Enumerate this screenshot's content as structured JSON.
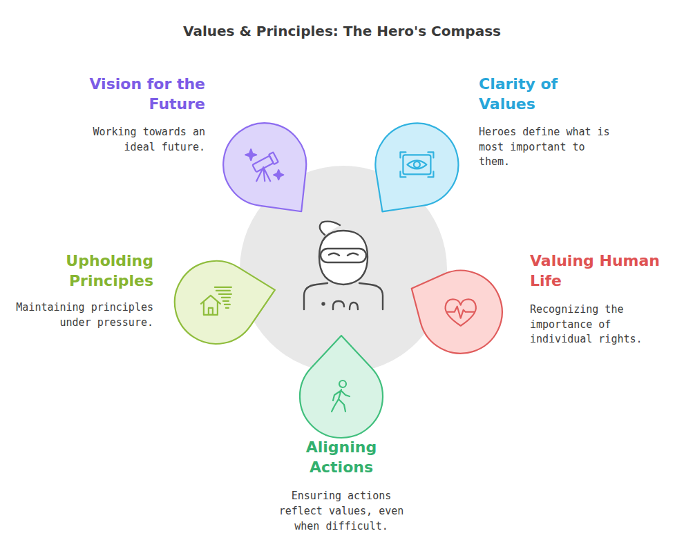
{
  "diagram": {
    "title": "Values & Principles: The Hero's Compass",
    "nodes": [
      {
        "text": [
          "Vision for the Future",
          "Working towards an ideal future."
        ]
      },
      {
        "text": [
          "Clarity of Values",
          "Heroes define what is most important to them."
        ]
      },
      {
        "text": [
          "Upholding Principles",
          "Maintaining principles under pressure."
        ]
      },
      {
        "text": [
          "Valuing Human Life",
          "Recognizing the importance of individual rights."
        ]
      },
      {
        "text": [
          "Aligning Actions",
          "Ensuring actions reflect values, even when difficult."
        ]
      }
    ]
  }
}
